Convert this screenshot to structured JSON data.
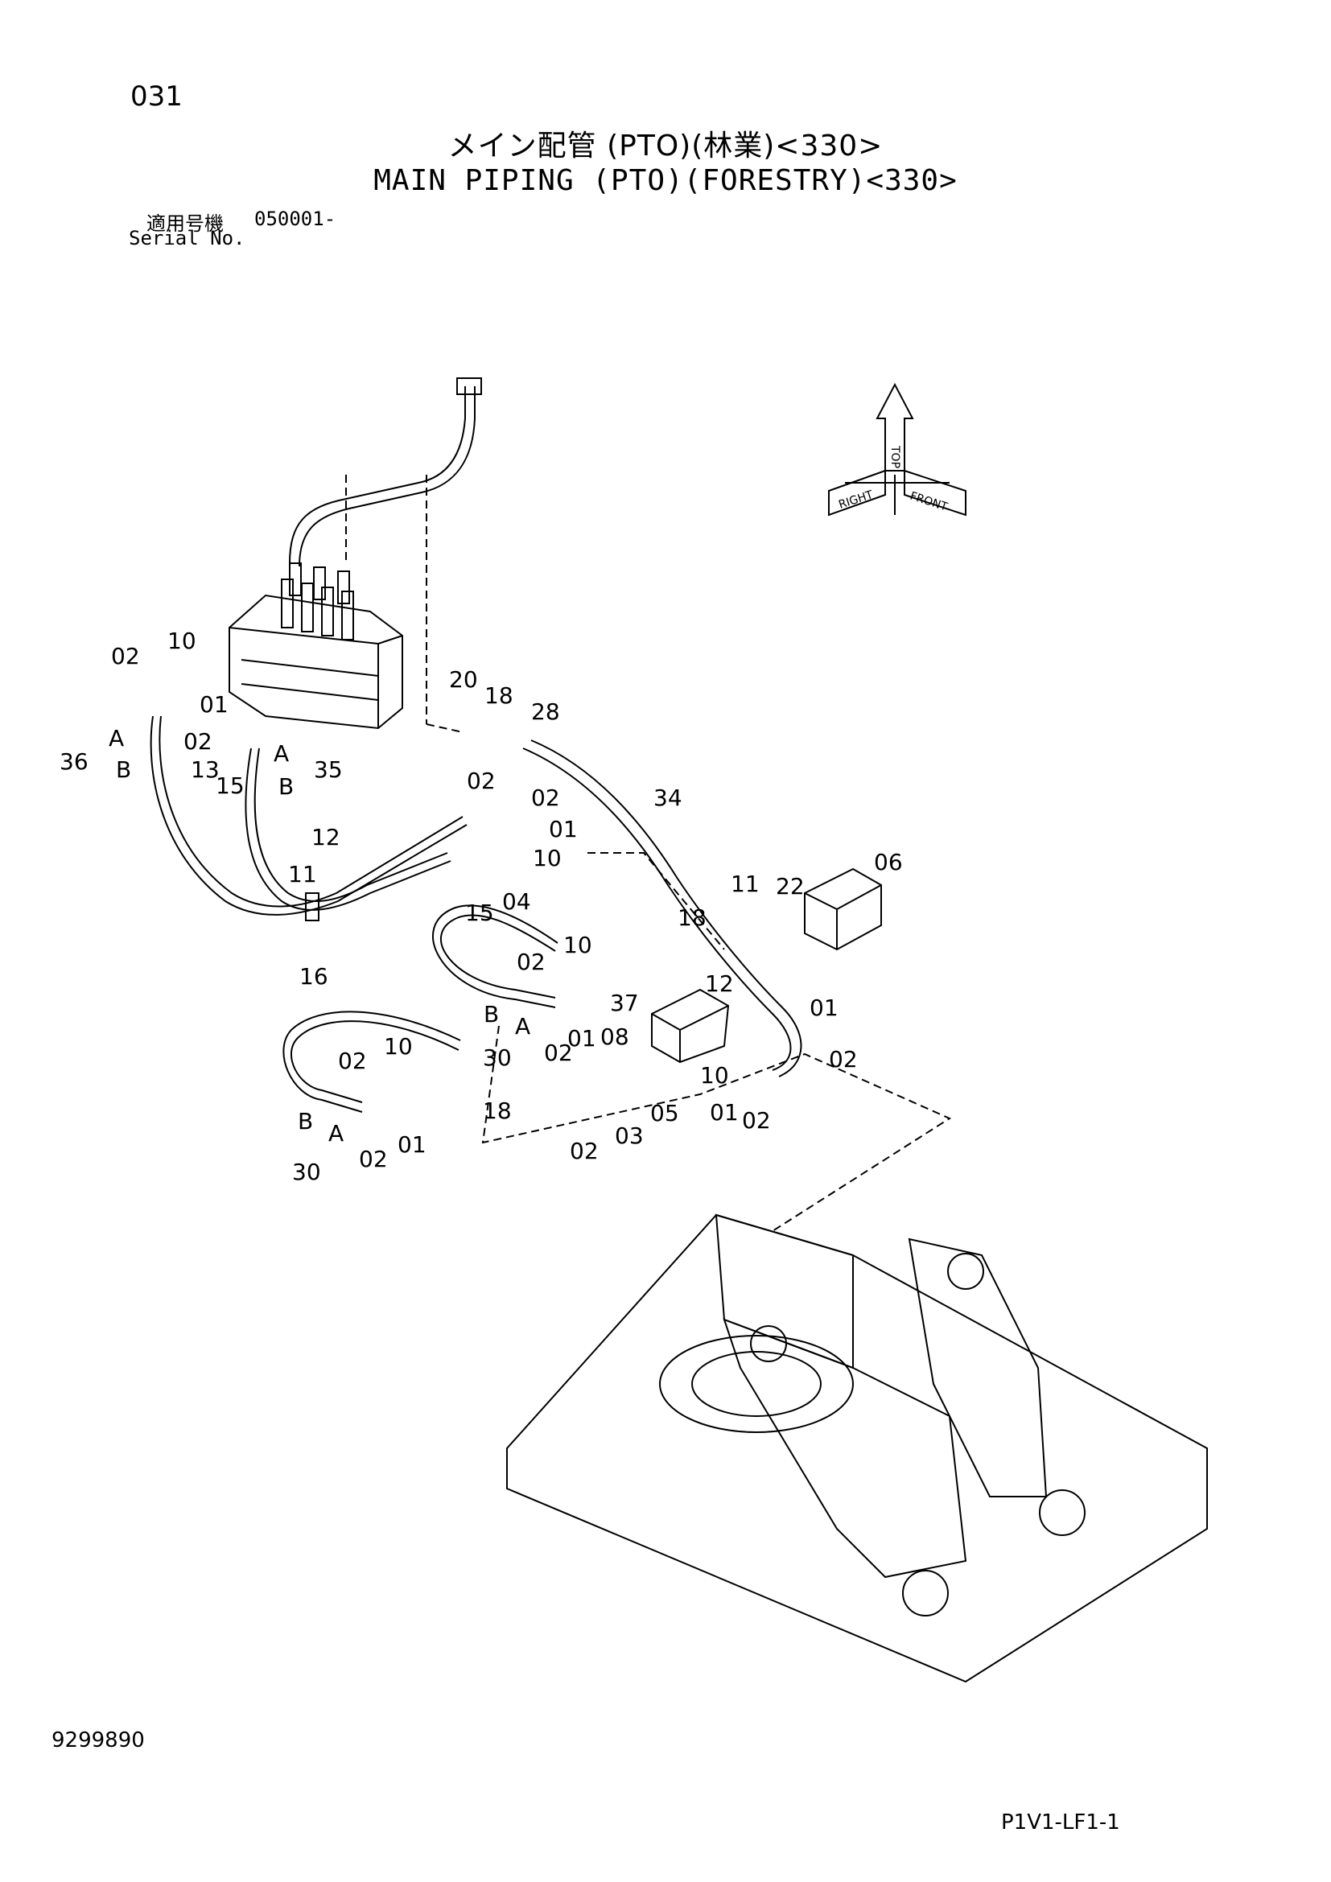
{
  "header": {
    "page_number": "031",
    "title_ja": "メイン配管 (PTO)(林業)<330>",
    "title_en": "MAIN PIPING (PTO)(FORESTRY)<330>",
    "serial_label_ja": "適用号機",
    "serial_value": "050001-",
    "serial_label_en": "Serial No."
  },
  "orientation_symbol": {
    "labels": [
      "TOP",
      "FRONT",
      "RIGHT"
    ]
  },
  "callouts": [
    "02",
    "10",
    "01",
    "02",
    "13",
    "15",
    "35",
    "A",
    "B",
    "A",
    "B",
    "36",
    "20",
    "18",
    "28",
    "02",
    "02",
    "01",
    "10",
    "34",
    "12",
    "11",
    "15",
    "04",
    "16",
    "06",
    "22",
    "11",
    "18",
    "12",
    "02",
    "10",
    "B",
    "A",
    "30",
    "01",
    "02",
    "37",
    "08",
    "01",
    "02",
    "10",
    "01",
    "02",
    "05",
    "03",
    "02",
    "02",
    "10",
    "18",
    "B",
    "A",
    "30",
    "02",
    "01"
  ],
  "footer": {
    "doc_number": "9299890",
    "doc_code": "P1V1-LF1-1"
  }
}
